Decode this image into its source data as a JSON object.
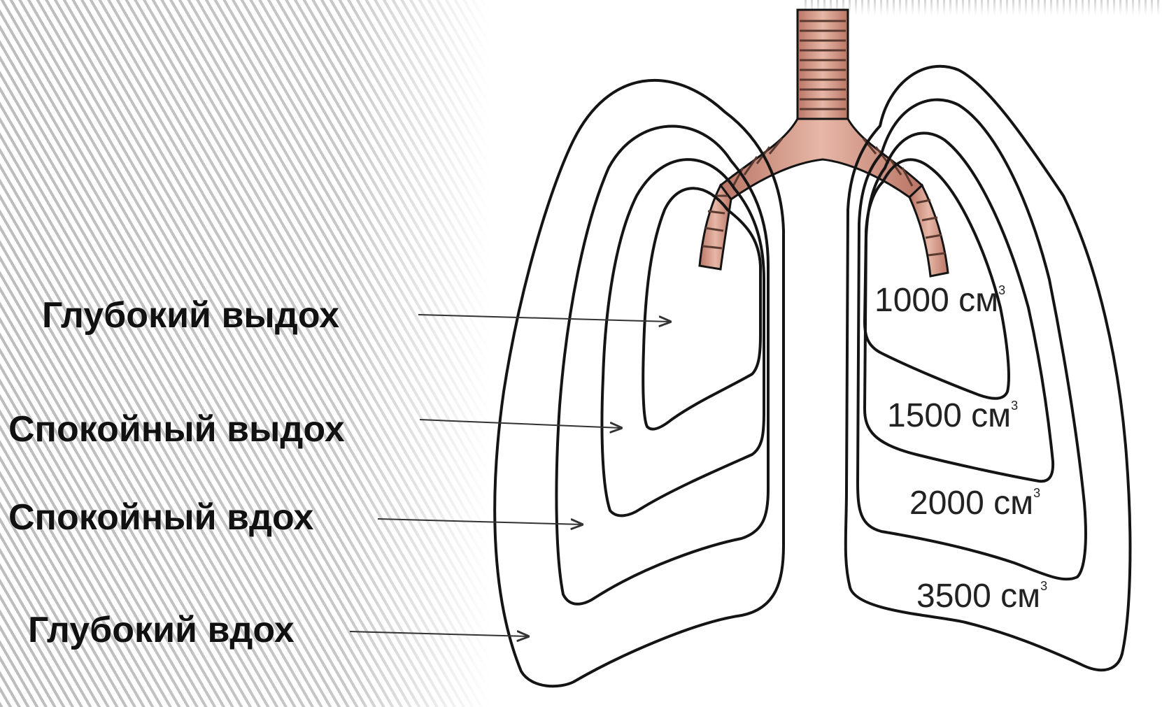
{
  "labels": {
    "deep_exhale": "Глубокий выдох",
    "calm_exhale": "Спокойный выдох",
    "calm_inhale": "Спокойный вдох",
    "deep_inhale": "Глубокий вдох"
  },
  "volumes": [
    {
      "value": "1000 см",
      "sup": "3"
    },
    {
      "value": "1500 см",
      "sup": "3"
    },
    {
      "value": "2000 см",
      "sup": "3"
    },
    {
      "value": "3500 см",
      "sup": "3"
    }
  ],
  "colors": {
    "lung_fill": "#f3b490",
    "lung_inner": "#eda583",
    "trachea": "#c98a78",
    "outline": "#141414"
  }
}
